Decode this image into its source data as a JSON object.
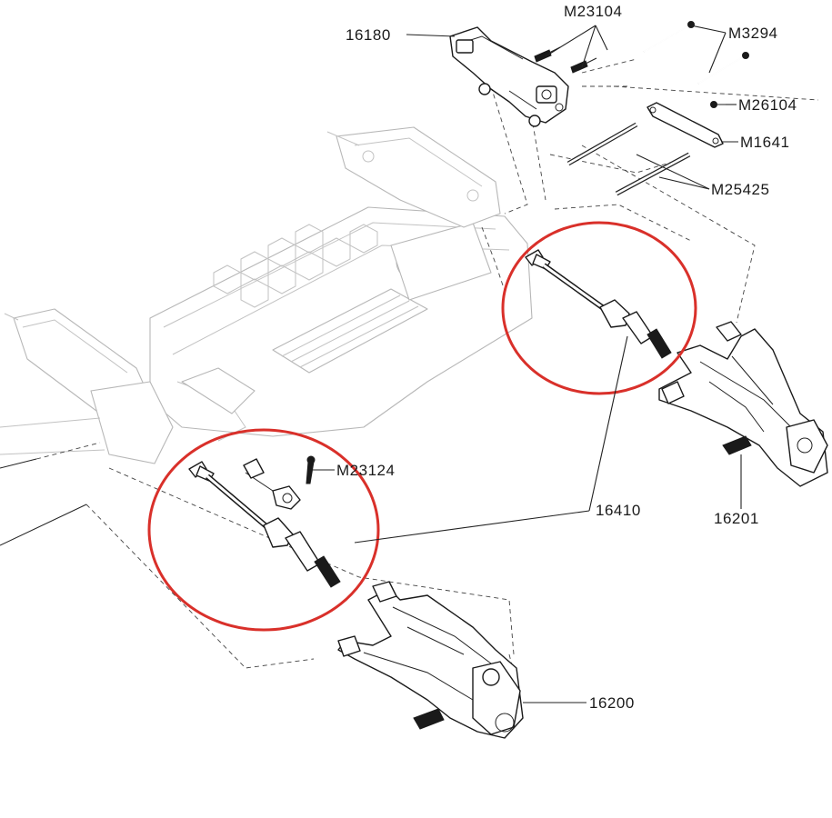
{
  "labels": {
    "l16180": "16180",
    "lM23104": "M23104",
    "lM3294": "M3294",
    "lM26104": "M26104",
    "lM1641": "M1641",
    "lM25425": "M25425",
    "lM23124": "M23124",
    "l16410": "16410",
    "l16201": "16201",
    "l16200": "16200"
  },
  "colors": {
    "highlight": "#d9302a",
    "part_outline": "#1a1a1a",
    "faded_chassis": "#b7b7b7"
  },
  "icons": {
    "highlight_marker": "red-circle"
  }
}
